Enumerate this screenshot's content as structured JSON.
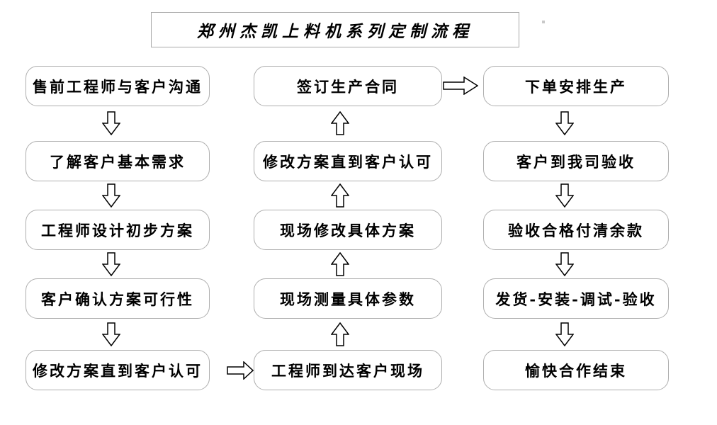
{
  "title": "郑州杰凯上料机系列定制流程",
  "flow": {
    "left": [
      "售前工程师与客户沟通",
      "了解客户基本需求",
      "工程师设计初步方案",
      "客户确认方案可行性",
      "修改方案直到客户认可"
    ],
    "middle": [
      "签订生产合同",
      "修改方案直到客户认可",
      "现场修改具体方案",
      "现场测量具体参数",
      "工程师到达客户现场"
    ],
    "right": [
      "下单安排生产",
      "客户到我司验收",
      "验收合格付清余款",
      "发货-安装-调试-验收",
      "愉快合作结束"
    ]
  },
  "icons": {
    "down_arrow": "hollow-down-block-arrow",
    "up_arrow": "hollow-up-block-arrow",
    "right_arrow": "hollow-right-block-arrow"
  },
  "colors": {
    "box_border": "#aeaeae",
    "title_border": "#a8a8a8",
    "arrow_outline": "#000000",
    "text": "#000000",
    "background": "#ffffff"
  }
}
